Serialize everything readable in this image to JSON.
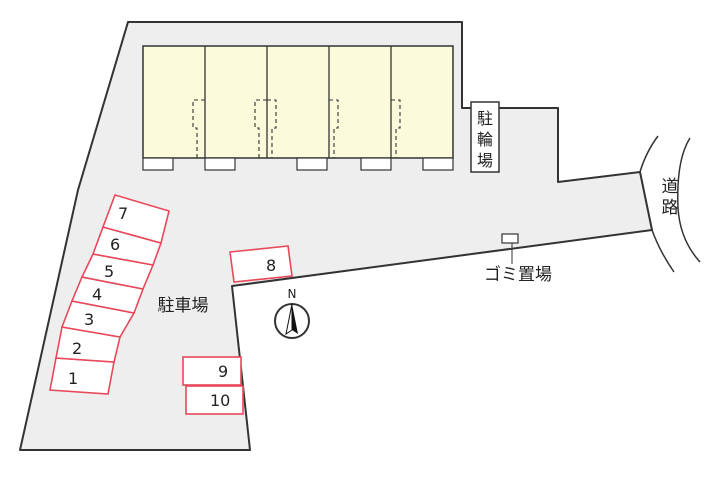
{
  "colors": {
    "lot": "#eeeeef",
    "building": "#fbfbdc",
    "parking_stroke": "#e8485a",
    "line": "#333333"
  },
  "labels": {
    "bicycle_parking": [
      "駐",
      "輪",
      "場"
    ],
    "parking": "駐車場",
    "garbage": "ゴミ置場",
    "road": [
      "道",
      "路"
    ],
    "north": "N"
  },
  "parking_spaces": [
    "1",
    "2",
    "3",
    "4",
    "5",
    "6",
    "7",
    "8",
    "9",
    "10"
  ],
  "icons": {
    "compass": "north-arrow-icon"
  }
}
